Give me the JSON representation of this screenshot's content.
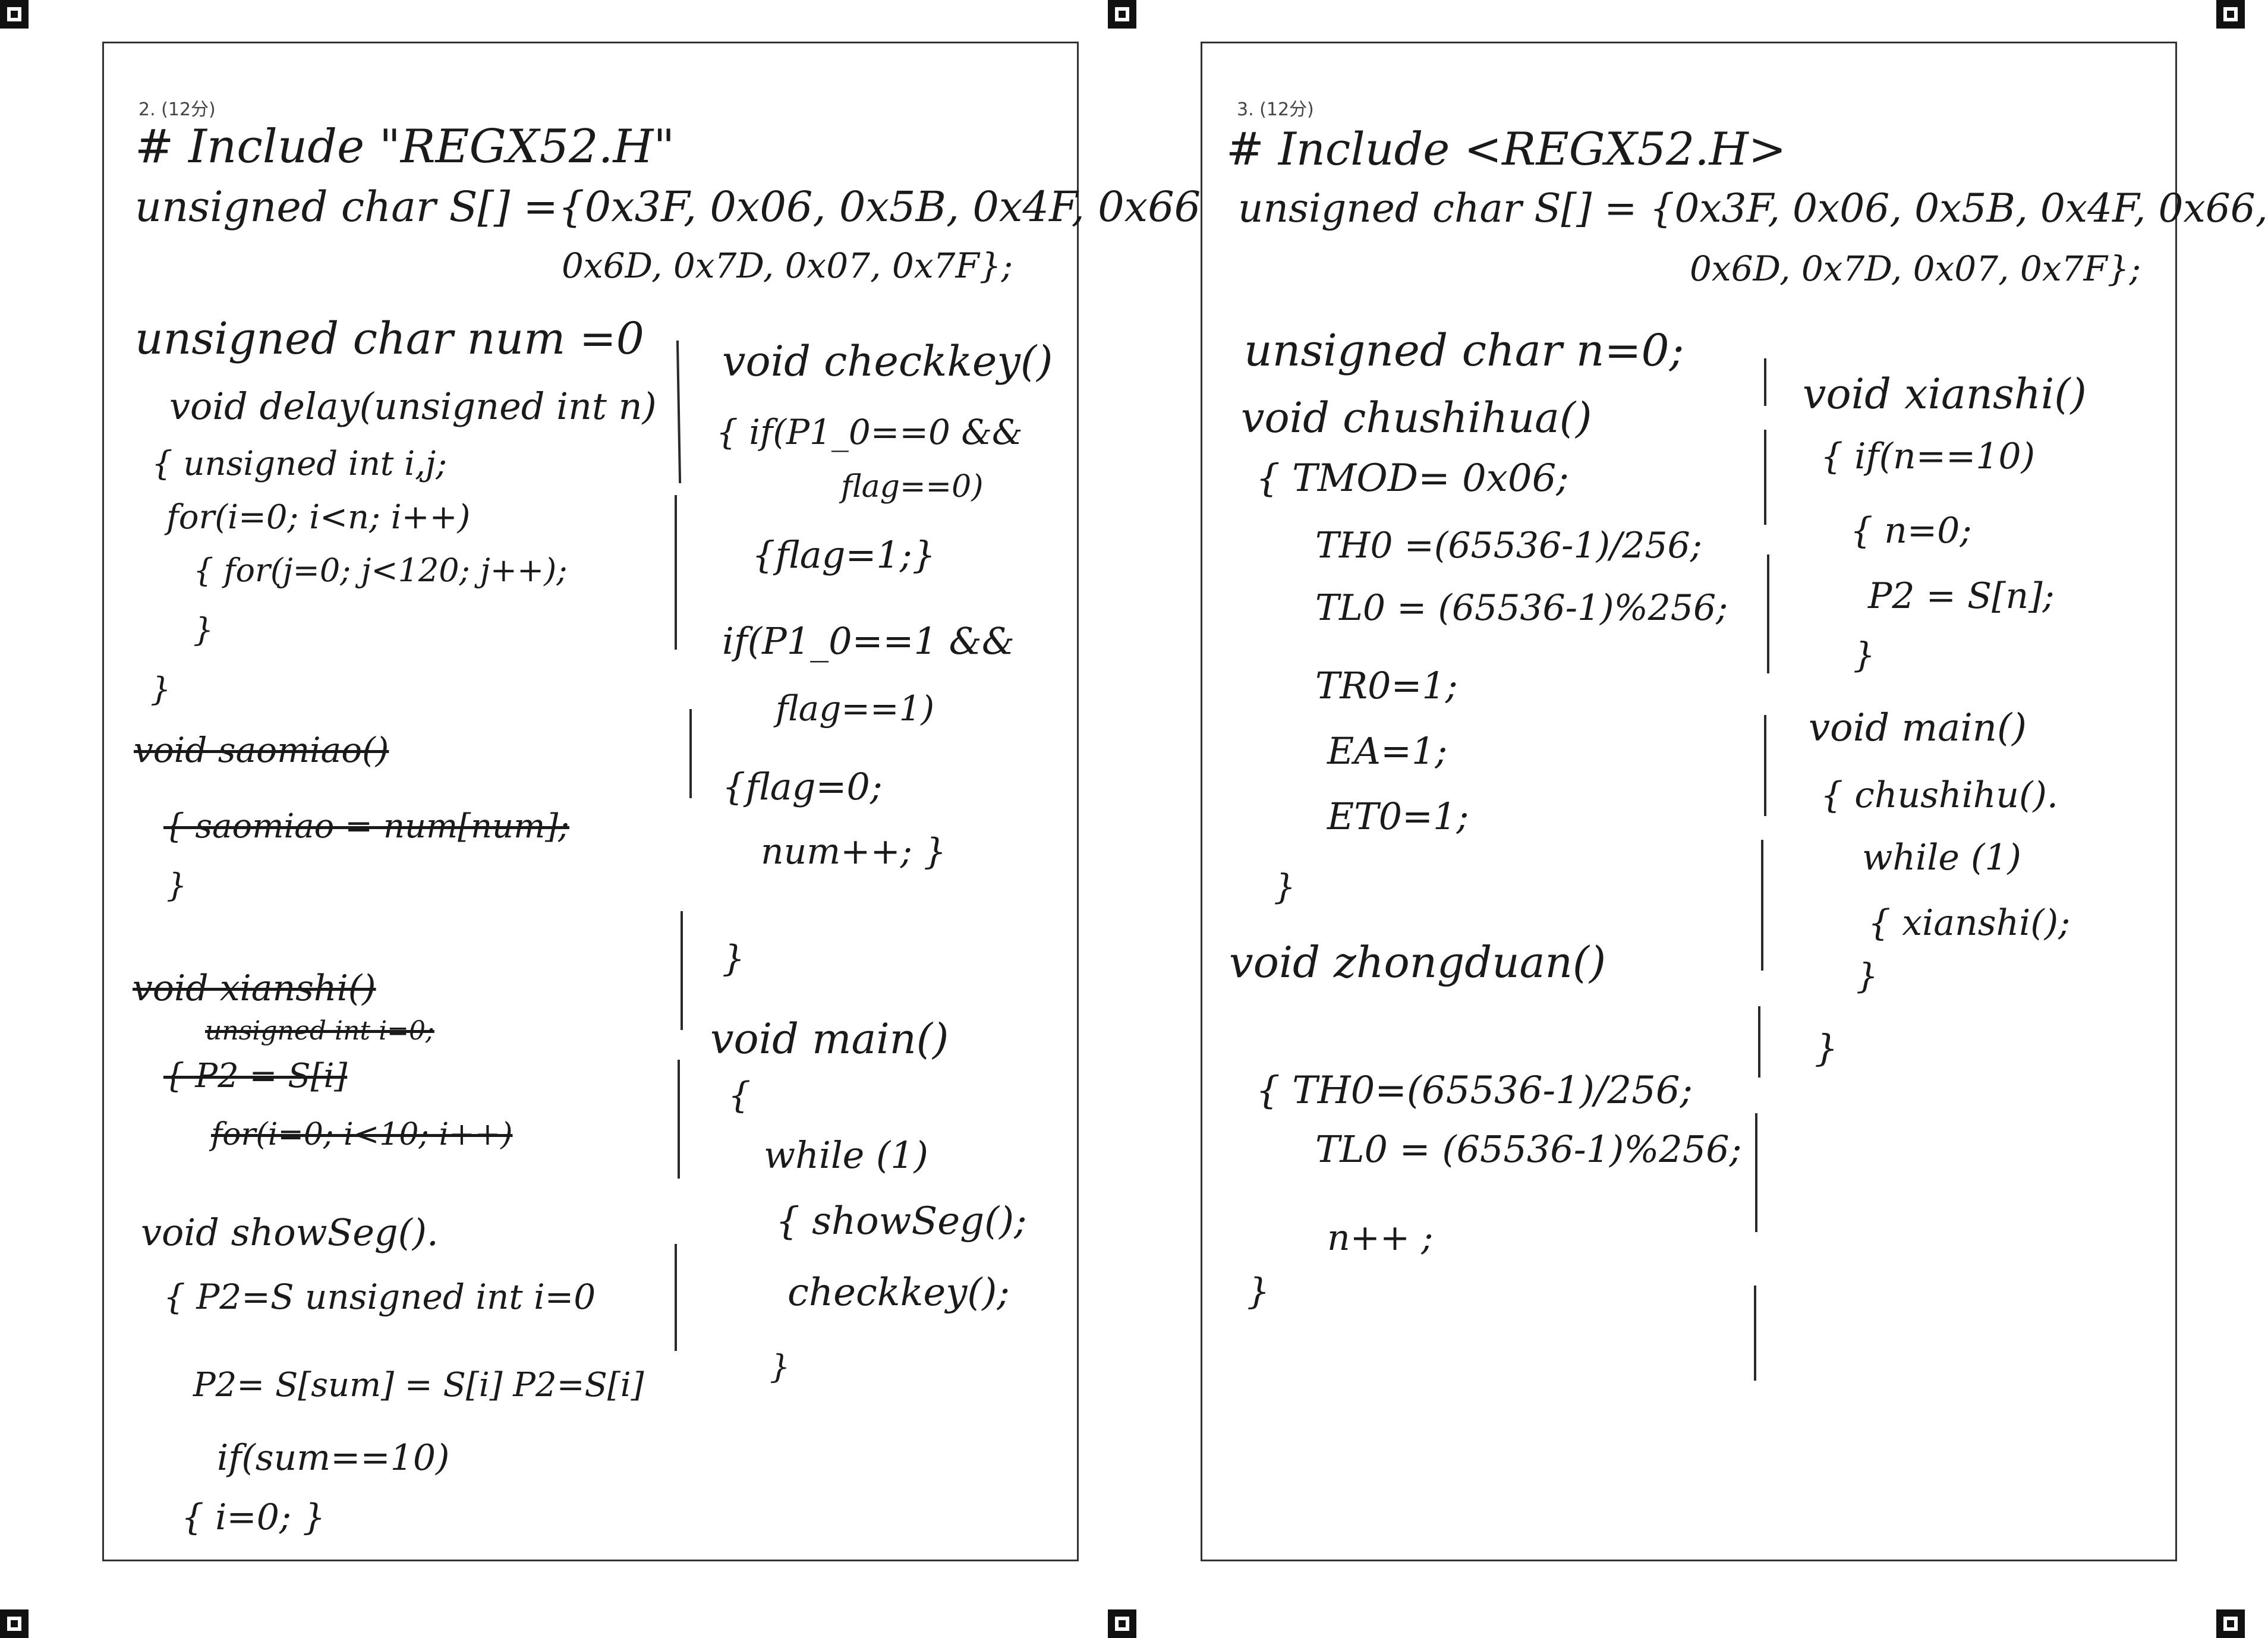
{
  "left": {
    "label": "2. (12分)",
    "lines": [
      "# Include \"REGX52.H\"",
      "unsigned char S[] ={0x3F, 0x06, 0x5B, 0x4F, 0x66,",
      "0x6D, 0x7D, 0x07, 0x7F};",
      "unsigned char num =0",
      "void delay(unsigned int n)",
      "{ unsigned int i,j;",
      "for(i=0; i<n; i++)",
      "{ for(j=0; j<120; j++);",
      "}",
      "}",
      "void saomiao()",
      "{ saomiao = num[num];",
      "}",
      "void xianshi()",
      "unsigned int i=0;",
      "{ P2 = S[i]",
      "for(i=0; i<10; i++)",
      "void showSeg().",
      "{ P2=S unsigned int i=0",
      "P2= S[sum] = S[i] P2=S[i]",
      "if(sum==10)",
      "{ i=0; }",
      "void checkkey()",
      "{ if(P1_0==0 &&",
      "flag==0)",
      "{flag=1;}",
      "if(P1_0==1 &&",
      "flag==1)",
      "{flag=0;",
      "num++; }",
      "}",
      "void main()",
      "{",
      "while (1)",
      "{ showSeg();",
      "checkkey();",
      "}"
    ]
  },
  "right": {
    "label": "3. (12分)",
    "lines": [
      "# Include <REGX52.H>",
      "unsigned char S[] = {0x3F, 0x06, 0x5B, 0x4F, 0x66,",
      "0x6D, 0x7D, 0x07, 0x7F};",
      "unsigned char n=0;",
      "void chushihua()",
      "{ TMOD= 0x06;",
      "TH0 =(65536-1)/256;",
      "TL0 = (65536-1)%256;",
      "TR0=1;",
      "EA=1;",
      "ET0=1;",
      "}",
      "void zhongduan()",
      "{ TH0=(65536-1)/256;",
      "TL0 = (65536-1)%256;",
      "n++ ;",
      "}",
      "void xianshi()",
      "{ if(n==10)",
      "{ n=0;",
      "P2 = S[n];",
      "}",
      "void main()",
      "{ chushihu().",
      "while (1)",
      "{ xianshi();",
      "}",
      "}"
    ]
  }
}
